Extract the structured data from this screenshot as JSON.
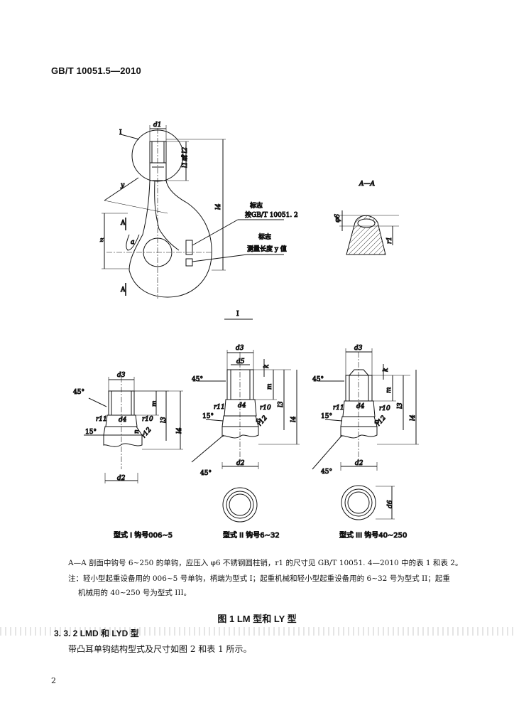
{
  "header": {
    "standard_code": "GB/T 10051.5—2010"
  },
  "figure": {
    "hook": {
      "label_I": "I",
      "label_d1": "d1",
      "label_l1": "l1或 l2",
      "label_l4": "l4",
      "label_y": "y",
      "label_z": "z",
      "label_A_top": "A",
      "label_A_bottom": "A",
      "label_a": "a",
      "mark_title_1": "标志",
      "mark_text_1": "按GB/T 10051. 2",
      "mark_title_2": "标志",
      "mark_text_2": "测量长度 y 值"
    },
    "section": {
      "title": "A—A",
      "label_phi": "φ6",
      "label_r1": "r1"
    },
    "detail_label": "I",
    "views": [
      {
        "caption": "型式 I  钩号006~5",
        "d3": "d3",
        "d4": "d4",
        "d2": "d2",
        "m": "m",
        "n": "n",
        "l3": "l3",
        "l4": "l4",
        "r11": "r11",
        "r10": "r10",
        "r12": "r12",
        "angle1": "45°",
        "angle2": "15°"
      },
      {
        "caption": "型式 II  钩号6~32",
        "d3": "d3",
        "d5": "d5",
        "d4": "d4",
        "d2": "d2",
        "k": "k",
        "m": "m",
        "n": "n",
        "l3": "l3",
        "l4": "l4",
        "r11": "r11",
        "r10": "r10",
        "r12": "r12",
        "angle1": "45°",
        "angle2": "15°",
        "angle3": "45°"
      },
      {
        "caption": "型式 III  钩号40~250",
        "d3": "d3",
        "d4": "d4",
        "d2": "d2",
        "d6": "d6",
        "k": "k",
        "m": "m",
        "n": "n",
        "l3": "l3",
        "l4": "l4",
        "r11": "r11",
        "r10": "r10",
        "r12": "r12",
        "angle1": "45°",
        "angle2": "15°",
        "angle3": "45°"
      }
    ]
  },
  "notes": {
    "line1": "A—A 剖面中钩号 6~250 的单钩，应压入 φ6 不锈钢圆柱销，r1 的尺寸见 GB/T 10051. 4—2010 中的表 1 和表 2。",
    "line2": "注：轻小型起重设备用的 006~5 号单钩，柄端为型式 I；起重机械和轻小型起重设备用的 6~32 号为型式 II；起重",
    "line3": "机械用的 40~250 号为型式 III。"
  },
  "figure_title": "图 1   LM 型和 LY 型",
  "section_heading": "3. 3. 2   LMD 和 LYD 型",
  "paragraph": "带凸耳单钩结构型式及尺寸如图 2 和表 1 所示。",
  "page_number": "2"
}
